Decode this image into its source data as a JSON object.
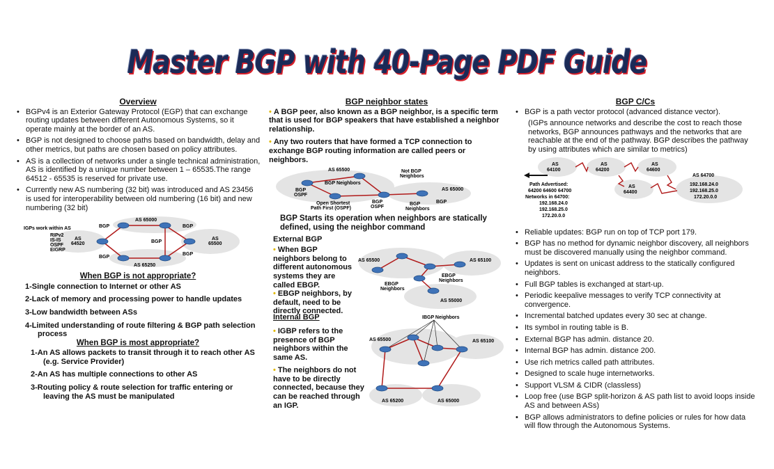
{
  "title": "Master BGP with 40-Page PDF Guide",
  "col1": {
    "heading": "Overview",
    "bullets": [
      "BGPv4 is an Exterior Gateway Protocol (EGP) that can exchange routing updates between different Autonomous Systems, so it operate mainly at the border of  an AS.",
      "BGP is not designed to choose paths based on bandwidth, delay and other metrics, but paths are chosen based on policy attributes.",
      "AS is a collection of networks under a single technical administration, AS is identified by a unique number between 1 – 65535.The range 64512 - 65535 is reserved for private use.",
      "Currently new AS numbering (32 bit) was introduced and AS 23456 is used for interoperability between old numbering (16 bit) and new numbering (32 bit)"
    ],
    "diagram": {
      "igp_label": "IGPs work within AS",
      "igp_list": [
        "RIPv2",
        "IS-IS",
        "OSPF",
        "EIGRP"
      ],
      "as_top": "AS 65000",
      "as_left": "AS",
      "as_left_num": "64520",
      "as_right": "AS",
      "as_right_num": "65500",
      "as_bottom": "AS 65250",
      "bgp": "BGP"
    },
    "not_heading": "When BGP is not appropriate?",
    "not_items": [
      "1-Single connection to Internet or other AS",
      "2-Lack of memory and processing power to handle updates",
      "3-Low bandwidth between ASs",
      "4-Limited understanding of route filtering & BGP path selection process"
    ],
    "most_heading": "When BGP is most appropriate?",
    "most_items": [
      "1-An AS allows packets to transit through it to reach other AS (e.g. Service Provider)",
      "2-An AS has multiple connections to other AS",
      "3-Routing policy & route selection for traffic entering or leaving the AS must be manipulated"
    ]
  },
  "col2": {
    "heading": "BGP neighbor states",
    "p1": "A BGP peer, also known as a BGP neighbor, is a specific term that is used for BGP speakers that have established a neighbor relationship.",
    "p2": "Any two routers that have formed a TCP connection to exchange BGP routing information are called  peers or neighbors.",
    "d1": {
      "as1": "AS 65500",
      "not_bgp": "Not BGP",
      "neighbors": "Neighbors",
      "bgp_neighbors": "BGP Neighbors",
      "as2": "AS 65000",
      "bgp_ospf": "BGP",
      "ospf": "OSPF",
      "ospf_full": "Open Shortest",
      "ospf_full2": "Path First (OSPF)",
      "bgp_ospf2": "BGP",
      "ospf2": "OSPF",
      "bgp_n": "BGP",
      "n2": "Neighbors",
      "bgp3": "BGP"
    },
    "caption": "BGP Starts its operation when neighbors are statically defined, using the neighbor command",
    "ext_heading": "External BGP",
    "ext_p1": "When BGP neighbors belong to different autonomous systems they are called EBGP.",
    "ext_p2": "EBGP neighbors, by default, need to be directly connected.",
    "d2": {
      "as1": "AS 65500",
      "as2": "AS 65100",
      "ebgp": "EBGP",
      "neighbors": "Neighbors",
      "ebgp2": "EBGP",
      "neighbors2": "Neighbors",
      "as3": "AS 55000"
    },
    "int_heading": "Internal BGP",
    "int_p1": "IGBP refers to the presence of BGP neighbors within the same AS.",
    "int_p2": "The neighbors do not have to be directly connected, because they can be reached through an IGP.",
    "d3": {
      "ibgp": "IBGP Neighbors",
      "as1": "AS 65500",
      "as2": "AS 65100",
      "as3": "AS 65200",
      "as4": "AS 65000"
    }
  },
  "col3": {
    "heading": "BGP C/Cs",
    "intro": "BGP is a path vector protocol (advanced distance vector).",
    "intro2": "(IGPs announce networks and describe the cost to reach those networks, BGP announces pathways and the networks that are reachable at the end of the pathway. BGP describes the pathway by using attributes which are similar to metrics)",
    "diagram": {
      "as1": "AS",
      "as1n": "64100",
      "as2": "AS",
      "as2n": "64200",
      "as3": "AS",
      "as3n": "64600",
      "as4": "AS 64700",
      "as5": "AS",
      "as5n": "64400",
      "path_adv": "Path Advertised:",
      "path": "64200 64600 64700",
      "networks": "Networks in 64700:",
      "n1": "192.168.24.0",
      "n2": "192.168.25.0",
      "n3": "172.20.0.0",
      "c1": "192.168.24.0",
      "c2": "192.168.25.0",
      "c3": "172.20.0.0"
    },
    "bullets": [
      "Reliable updates: BGP run on top of TCP port 179.",
      "BGP has no method for dynamic neighbor discovery, all neighbors must be discovered manually using the neighbor command.",
      "Updates is sent on unicast address to the statically configured neighbors.",
      "Full BGP tables is exchanged at start-up.",
      "Periodic keepalive messages to verify TCP connectivity at convergence.",
      "Incremental batched updates every 30 sec at change.",
      "Its symbol in routing table is B.",
      "External BGP has admin. distance 20.",
      "Internal BGP has admin. distance 200.",
      "Use rich metrics called path attributes.",
      "Designed to scale huge internetworks.",
      "Support VLSM & CIDR (classless)",
      "Loop free (use BGP split-horizon & AS path list to avoid loops inside AS and between ASs)",
      "BGP allows administrators to define policies or rules for how data will flow through the Autonomous Systems."
    ]
  }
}
